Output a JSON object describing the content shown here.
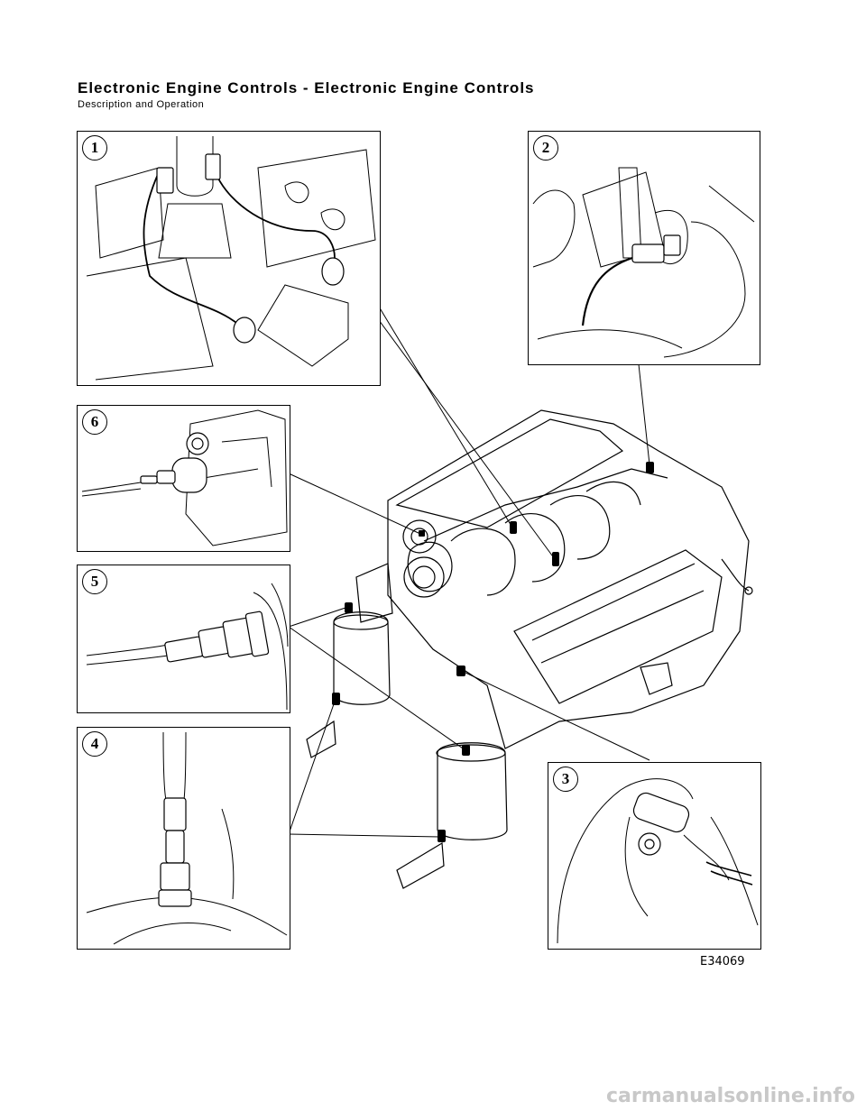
{
  "header": {
    "title": "Electronic Engine Controls - Electronic Engine Controls",
    "subtitle": "Description and Operation"
  },
  "figure": {
    "code": "E34069",
    "callouts": [
      "1",
      "2",
      "3",
      "4",
      "5",
      "6"
    ]
  },
  "watermark": "carmanualsonline.info"
}
